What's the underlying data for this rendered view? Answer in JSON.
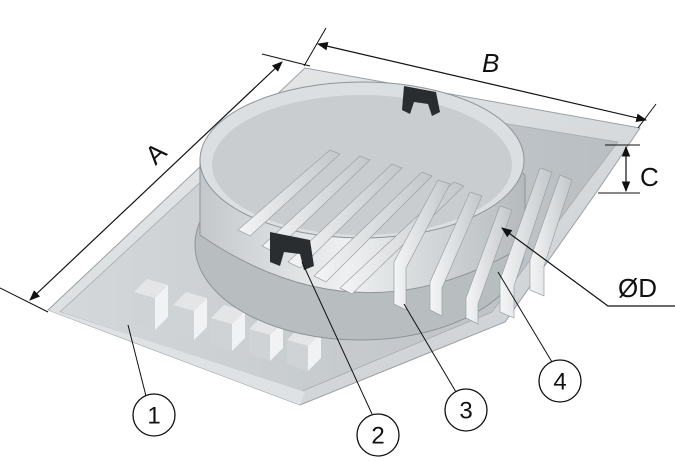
{
  "dimensions": {
    "a": "A",
    "b": "B",
    "c": "C",
    "d": "ØD"
  },
  "callouts": [
    {
      "label": "1"
    },
    {
      "label": "2"
    },
    {
      "label": "3"
    },
    {
      "label": "4"
    }
  ]
}
